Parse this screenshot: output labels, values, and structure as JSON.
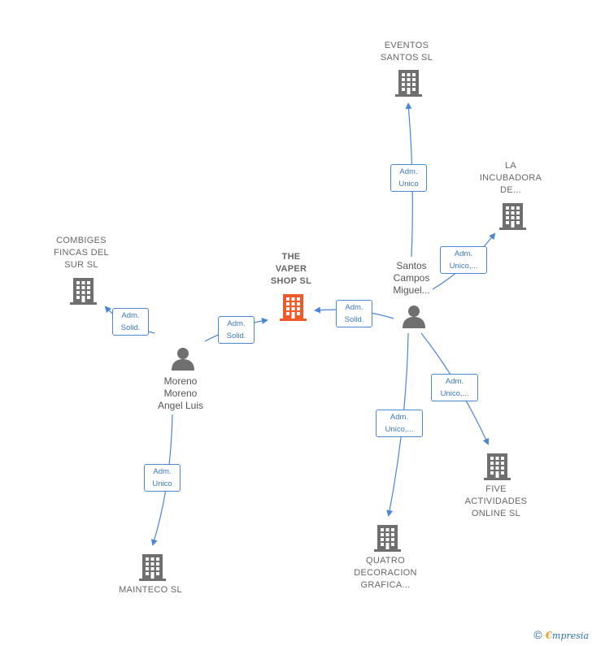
{
  "colors": {
    "edge": "#4a86d4",
    "building": "#6f6f6f",
    "building_center": "#ef5a2a",
    "person": "#6f6f6f"
  },
  "nodes": {
    "center": {
      "label": "THE\nVAPER\nSHOP  SL",
      "icon": "building-icon"
    },
    "eventos": {
      "label": "EVENTOS\nSANTOS  SL",
      "icon": "building-icon"
    },
    "incubadora": {
      "label": "LA\nINCUBADORA\nDE...",
      "icon": "building-icon"
    },
    "combiges": {
      "label": "COMBIGES\nFINCAS DEL\nSUR  SL",
      "icon": "building-icon"
    },
    "mainteco": {
      "label": "MAINTECO  SL",
      "icon": "building-icon"
    },
    "quatro": {
      "label": "QUATRO\nDECORACION\nGRAFICA...",
      "icon": "building-icon"
    },
    "five": {
      "label": "FIVE\nACTIVIDADES\nONLINE  SL",
      "icon": "building-icon"
    },
    "santos": {
      "label": "Santos\nCampos\nMiguel...",
      "icon": "person-icon"
    },
    "moreno": {
      "label": "Moreno\nMoreno\nAngel Luis",
      "icon": "person-icon"
    }
  },
  "edges": {
    "santos_eventos": "Adm.\nUnico",
    "santos_incubadora": "Adm.\nUnico,...",
    "santos_center": "Adm.\nSolid.",
    "santos_five": "Adm.\nUnico,...",
    "santos_quatro": "Adm.\nUnico,...",
    "moreno_center": "Adm.\nSolid.",
    "moreno_combiges": "Adm.\nSolid.",
    "moreno_mainteco": "Adm.\nUnico"
  },
  "footer": {
    "copyright": "©",
    "brand_first": "€",
    "brand_rest": "mpresia"
  }
}
